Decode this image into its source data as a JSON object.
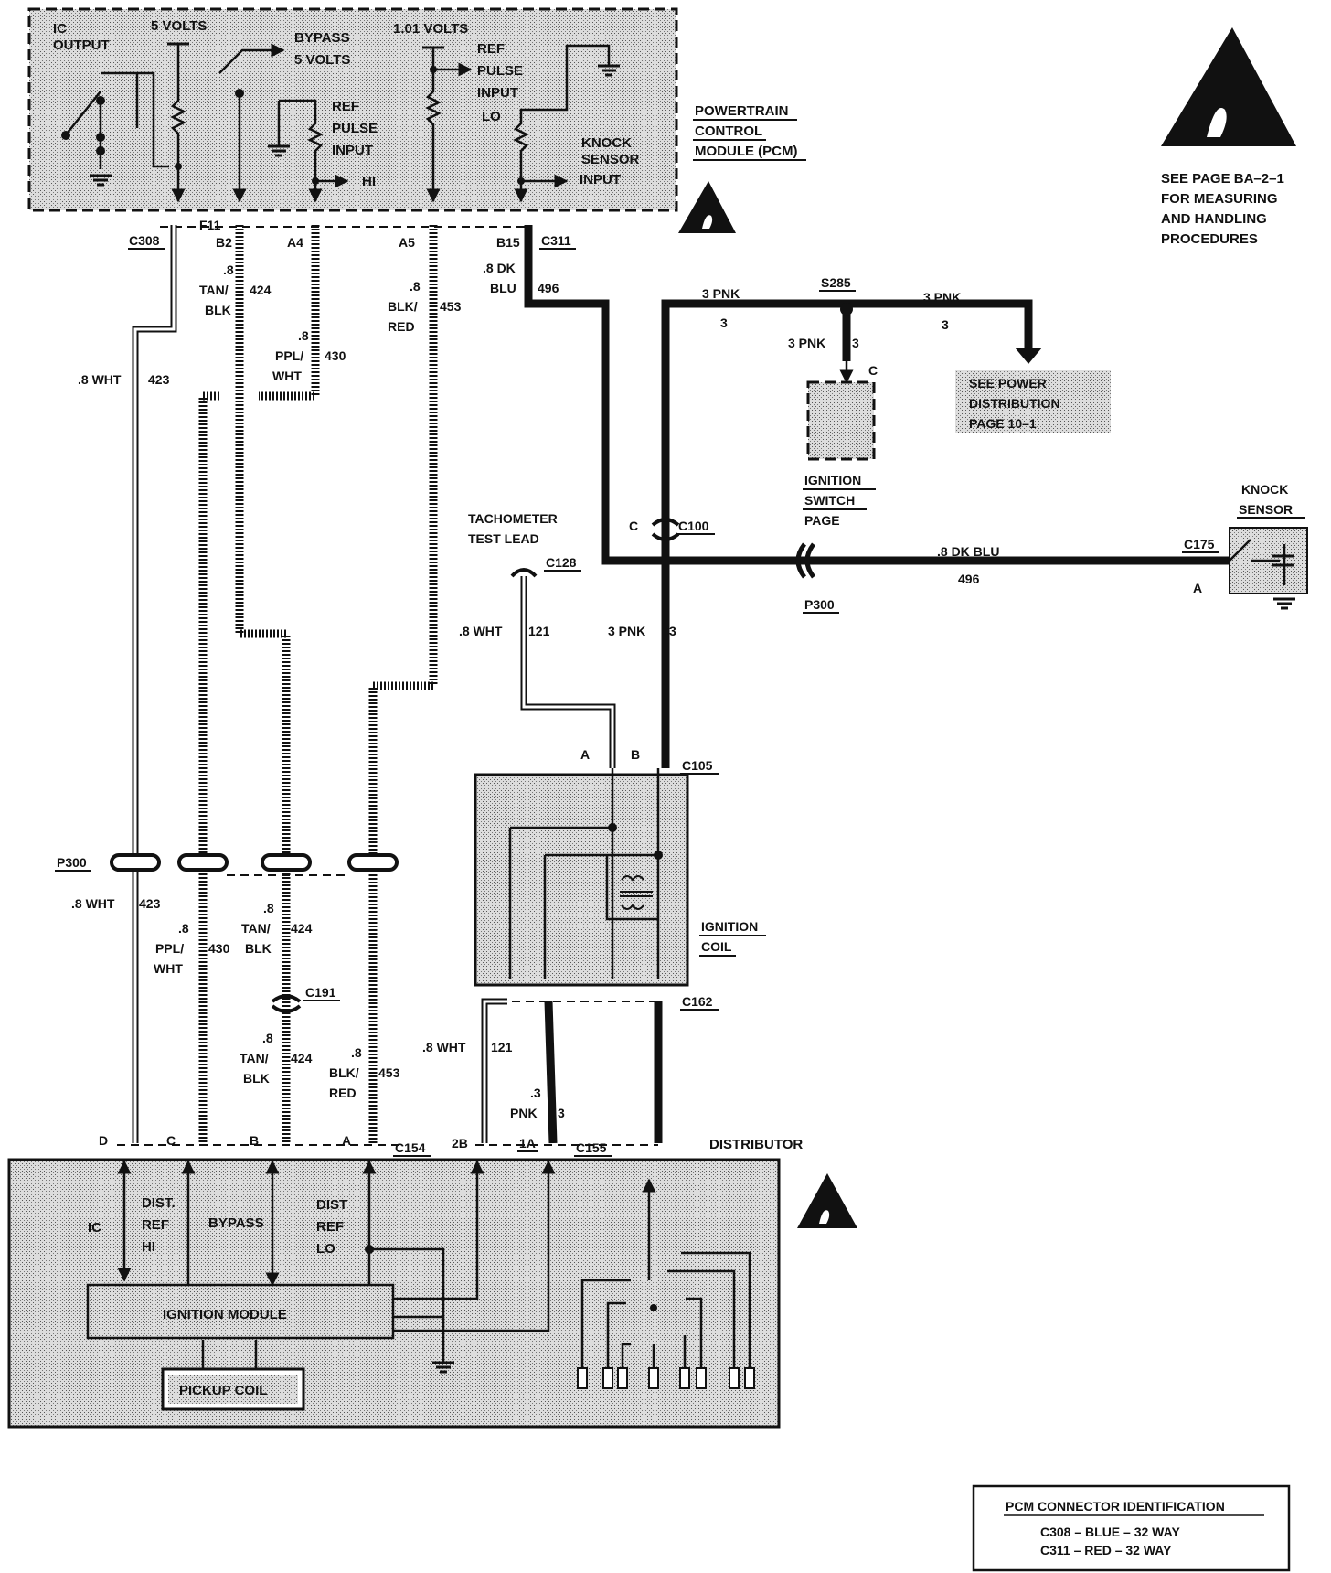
{
  "pcm": {
    "title_line1": "POWERTRAIN",
    "title_line2": "CONTROL",
    "title_line3": "MODULE (PCM)",
    "ic_output_l1": "IC",
    "ic_output_l2": "OUTPUT",
    "five_volts": "5 VOLTS",
    "bypass_l1": "BYPASS",
    "bypass_l2": "5 VOLTS",
    "ref_hi_l1": "REF",
    "ref_hi_l2": "PULSE",
    "ref_hi_l3": "INPUT",
    "ref_hi_l4": "HI",
    "volts_101": "1.01 VOLTS",
    "ref_lo_l1": "REF",
    "ref_lo_l2": "PULSE",
    "ref_lo_l3": "INPUT",
    "ref_lo_l4": "LO",
    "knock_l1": "KNOCK",
    "knock_l2": "SENSOR",
    "knock_l3": "INPUT"
  },
  "esd_note": {
    "line1": "SEE PAGE BA–2–1",
    "line2": "FOR MEASURING",
    "line3": "AND HANDLING",
    "line4": "PROCEDURES"
  },
  "pins": {
    "f11": "F11",
    "b2": "B2",
    "a4": "A4",
    "a5": "A5",
    "b15": "B15"
  },
  "connectors": {
    "c308": "C308",
    "c311": "C311",
    "s285": "S285",
    "c100": "C100",
    "c": "C",
    "c128": "C128",
    "p300": "P300",
    "c175": "C175",
    "a": "A",
    "c105": "C105",
    "b": "B",
    "c191": "C191",
    "c162": "C162",
    "c154": "C154",
    "c155": "C155",
    "d": "D",
    "dist_a": "A",
    "dist_b": "B",
    "dist_c": "C",
    "pin_2b": "2B",
    "pin_1a": "1A"
  },
  "wires": {
    "w423_size": ".8 WHT",
    "w423": "423",
    "w424_size": ".8",
    "w424_color1": "TAN/",
    "w424_color2": "BLK",
    "w424": "424",
    "w430_size": ".8",
    "w430_color1": "PPL/",
    "w430_color2": "WHT",
    "w430": "430",
    "w453_size": ".8",
    "w453_color1": "BLK/",
    "w453_color2": "RED",
    "w453": "453",
    "w496_size1": ".8 DK",
    "w496_color": "BLU",
    "w496": "496",
    "w496_full": ".8 DK BLU",
    "pnk": "3 PNK",
    "pnk_num": "3",
    "wht121": ".8 WHT",
    "w121": "121",
    "pnk3_size": ".3",
    "pnk3_color": "PNK"
  },
  "labels": {
    "see_power_l1": "SEE POWER",
    "see_power_l2": "DISTRIBUTION",
    "see_power_l3": "PAGE 10–1",
    "ign_switch_l1": "IGNITION",
    "ign_switch_l2": "SWITCH",
    "ign_switch_l3": "PAGE",
    "knock_sensor_l1": "KNOCK",
    "knock_sensor_l2": "SENSOR",
    "tach_l1": "TACHOMETER",
    "tach_l2": "TEST LEAD",
    "ign_coil_l1": "IGNITION",
    "ign_coil_l2": "COIL",
    "distributor": "DISTRIBUTOR",
    "ic": "IC",
    "dist_ref_hi_l1": "DIST.",
    "dist_ref_hi_l2": "REF",
    "dist_ref_hi_l3": "HI",
    "bypass": "BYPASS",
    "dist_ref_lo_l1": "DIST",
    "dist_ref_lo_l2": "REF",
    "dist_ref_lo_l3": "LO",
    "ign_module": "IGNITION MODULE",
    "pickup_coil": "PICKUP  COIL"
  },
  "pcm_conn_id": {
    "title": "PCM CONNECTOR IDENTIFICATION",
    "row1": "C308 –   BLUE   – 32 WAY",
    "row2": "C311 –   RED    – 32 WAY"
  }
}
